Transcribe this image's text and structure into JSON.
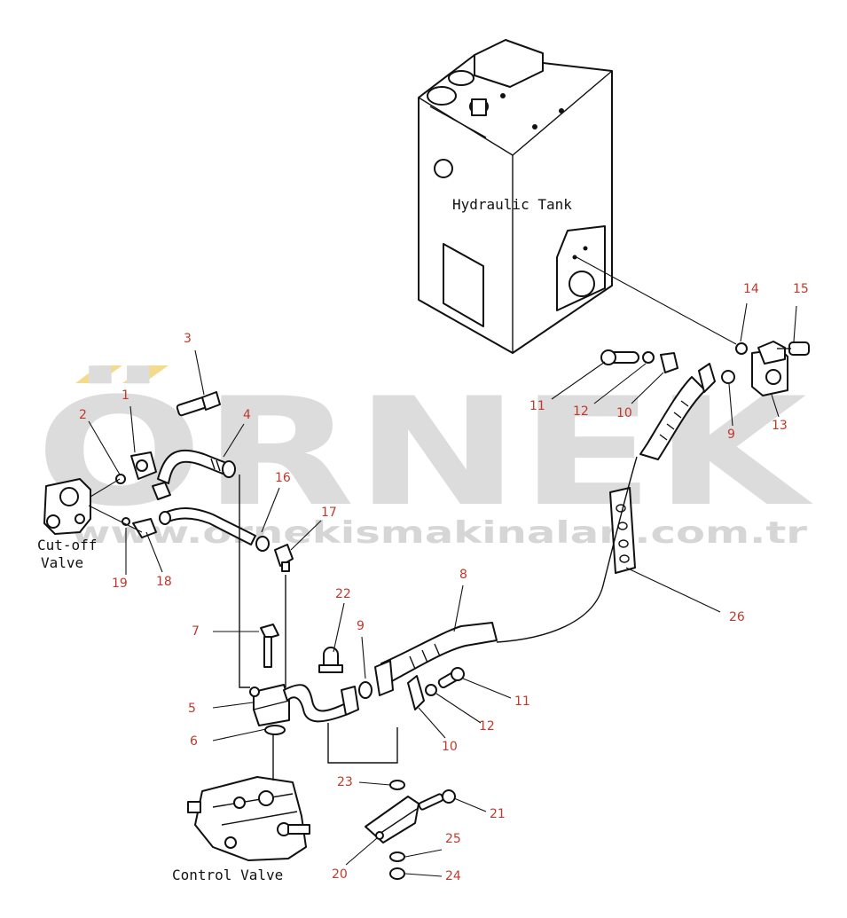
{
  "labels": {
    "hydraulic_tank": "Hydraulic Tank",
    "cutoff_valve_line1": "Cut-off",
    "cutoff_valve_line2": "Valve",
    "control_valve": "Control Valve"
  },
  "watermark": {
    "brand": "ÖRNEK",
    "url": "www.ornekismakinalari.com.tr"
  },
  "callouts": [
    "1",
    "2",
    "3",
    "4",
    "5",
    "6",
    "7",
    "8",
    "9",
    "9",
    "10",
    "10",
    "11",
    "11",
    "12",
    "12",
    "13",
    "14",
    "15",
    "16",
    "17",
    "18",
    "19",
    "20",
    "21",
    "22",
    "23",
    "24",
    "25",
    "26"
  ],
  "colors": {
    "callout": "#c0392b",
    "line": "#111111",
    "watermark": "#d9d9d9",
    "watermark_accent": "#f2d479"
  }
}
